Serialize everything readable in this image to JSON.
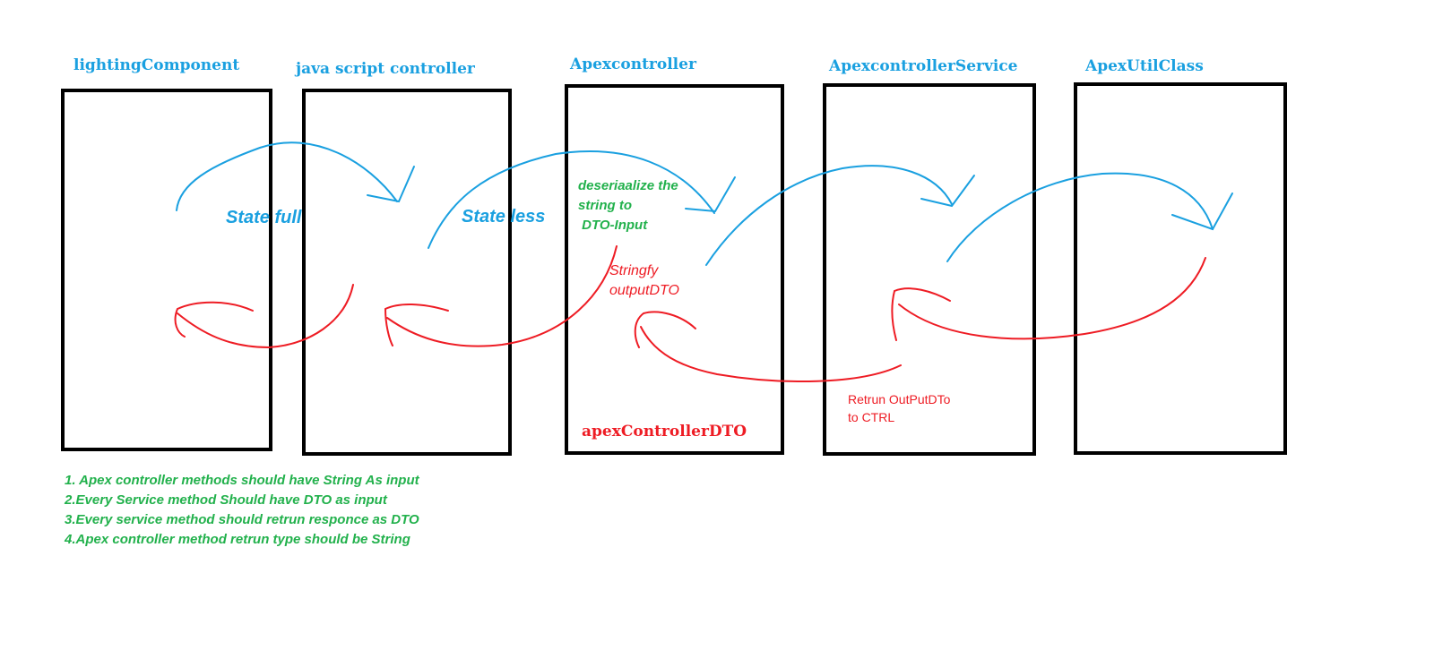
{
  "colors": {
    "blue": "#1aa0e0",
    "red": "#ee1c24",
    "green": "#22b14c",
    "black": "#000000"
  },
  "boxes": [
    {
      "title": "lightingComponent"
    },
    {
      "title": "java script controller"
    },
    {
      "title": "Apexcontroller"
    },
    {
      "title": "ApexcontrollerService"
    },
    {
      "title": "ApexUtilClass"
    }
  ],
  "annotations": {
    "state_full": "State full",
    "state_less": "State less",
    "deserialize": [
      "deseriaalize the",
      "string to",
      " DTO-Input"
    ],
    "stringify": [
      "Stringfy",
      "outputDTO"
    ],
    "dto_label": "apexControllerDTO",
    "return_dto": [
      "Retrun OutPutDTo",
      "to CTRL"
    ]
  },
  "rules": [
    "1. Apex controller methods should have String As input",
    "2.Every Service method Should have DTO as input",
    "3.Every service method should retrun responce as DTO",
    "4.Apex controller method retrun type should be String"
  ]
}
